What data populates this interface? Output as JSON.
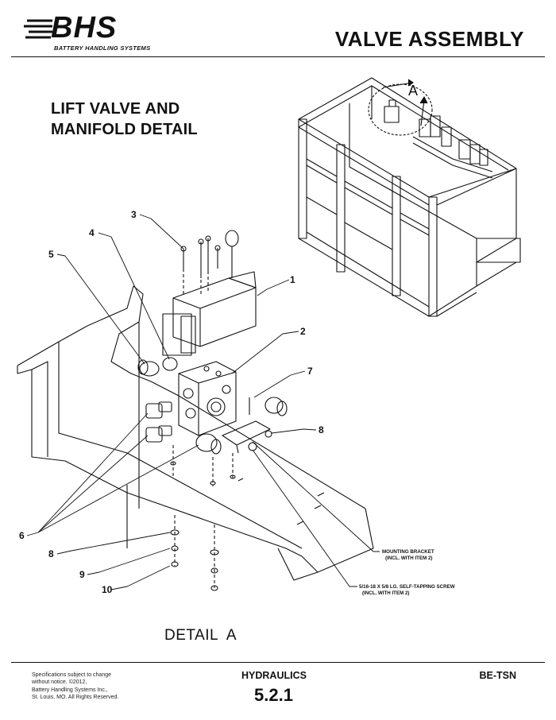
{
  "header": {
    "logo_text": "BHS",
    "logo_tagline": "BATTERY HANDLING SYSTEMS",
    "title": "VALVE ASSEMBLY"
  },
  "section": {
    "title_line1": "LIFT VALVE AND",
    "title_line2": "MANIFOLD DETAIL"
  },
  "drawing": {
    "view_label": "A",
    "callouts": [
      "1",
      "2",
      "3",
      "4",
      "5",
      "6",
      "7",
      "8",
      "8",
      "9",
      "10"
    ],
    "note_bracket_line1": "MOUNTING BRACKET",
    "note_bracket_line2": "(INCL. WITH ITEM 2)",
    "note_screw_line1": "5/16-18 X 5/8 LG. SELF-TAPPING SCREW",
    "note_screw_line2": "(INCL. WITH ITEM 2)",
    "caption": "DETAIL  A"
  },
  "footer": {
    "disclaimer_line1": "Specifications subject to change",
    "disclaimer_line2": "without notice. ©2012,",
    "disclaimer_line3": "Battery Handling Systems Inc.,",
    "disclaimer_line4": "St. Louis, MO. All Rights Reserved.",
    "section_name": "HYDRAULICS",
    "page_number": "5.2.1",
    "model": "BE-TSN"
  }
}
